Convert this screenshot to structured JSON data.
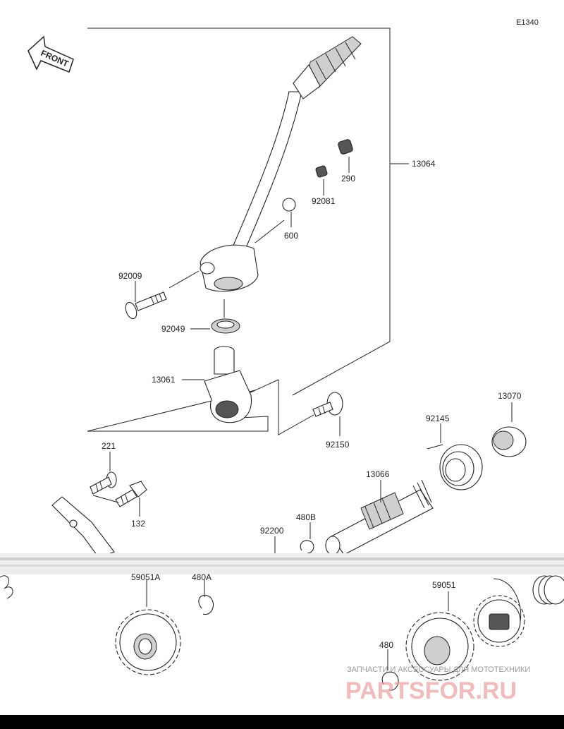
{
  "diagram_code": "E1340",
  "front_label": "FRONT",
  "parts": {
    "p13064": "13064",
    "p290": "290",
    "p92081": "92081",
    "p600": "600",
    "p92009": "92009",
    "p92049": "92049",
    "p13061": "13061",
    "p92150": "92150",
    "p13070": "13070",
    "p92145": "92145",
    "p221": "221",
    "p132": "132",
    "p13066": "13066",
    "p480B": "480B",
    "p92200": "92200",
    "p59051A": "59051A",
    "p480A": "480A",
    "p59051": "59051",
    "p480": "480"
  },
  "watermark": {
    "tagline": "ЗАПЧАСТИ И АКСЕССУАРЫ ДЛЯ МОТОТЕХНИКИ",
    "brand": "PARTSFOR.RU"
  }
}
